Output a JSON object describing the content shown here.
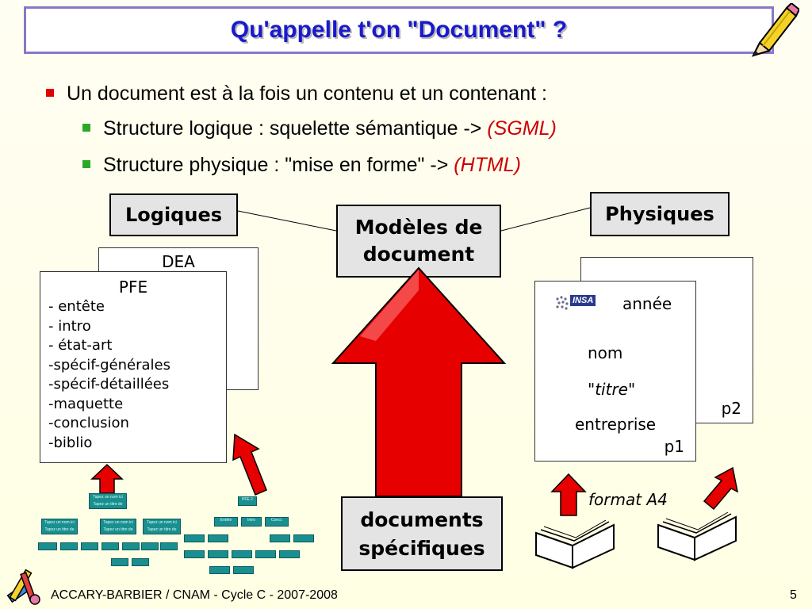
{
  "title": "Qu'appelle t'on \"Document\" ?",
  "bullets": {
    "main": "Un document est à la fois un contenu et un contenant :",
    "sub1_text": "Structure logique : squelette sémantique -> ",
    "sub1_accent": "(SGML)",
    "sub2_text": "Structure physique : \"mise en forme\" -> ",
    "sub2_accent": "(HTML)"
  },
  "diagram": {
    "logiques": "Logiques",
    "physiques": "Physiques",
    "modeles_line1": "Modèles de",
    "modeles_line2": "document",
    "documents_line1": "documents",
    "documents_line2": "spécifiques",
    "dea": "DEA",
    "pfe_title": "PFE",
    "pfe_items": [
      "- entête",
      "- intro",
      "- état-art",
      "-spécif-générales",
      "-spécif-détaillées",
      "-maquette",
      "-conclusion",
      "-biblio"
    ],
    "physical_page": {
      "logo": "INSA",
      "annee": "année",
      "nom": "nom",
      "titre": "\"titre\"",
      "entreprise": "entreprise",
      "p1": "p1",
      "p2": "p2"
    },
    "format": "format A4",
    "org_chart_left": {
      "top": "Tapez un nom ici Tapez un titre de fonction ici",
      "mid": [
        "Tapez un nom ici Tapez un titre de fonction ici",
        "Tapez un nom ici Tapez un titre de fonction ici",
        "Tapez un nom ici Tapez un titre de fonction ici"
      ]
    },
    "org_chart_right": {
      "top": "PFE 2",
      "mid": [
        "Entête",
        "Intro",
        "Concl."
      ]
    }
  },
  "footer": {
    "left": "ACCARY-BARBIER / CNAM - Cycle C - 2007-2008",
    "page": "5"
  },
  "colors": {
    "title": "#1a1acc",
    "title_border": "#8878c8",
    "bullet_level1": "#e00000",
    "bullet_level2": "#2aa82a",
    "arrow_red": "#e60000",
    "accent_red": "#cc0000"
  }
}
